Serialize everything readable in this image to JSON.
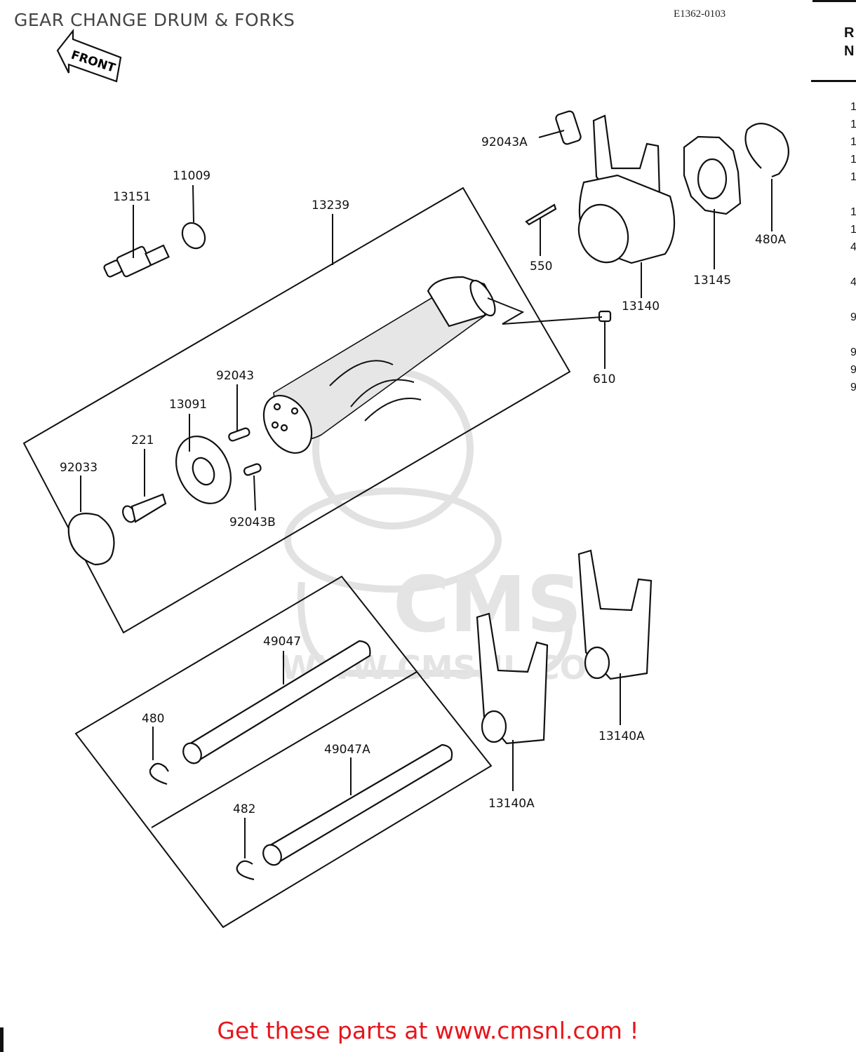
{
  "page": {
    "title": "GEAR CHANGE DRUM & FORKS",
    "diagram_code": "E1362-0103",
    "side_letters": [
      "R",
      "N"
    ],
    "footer": "Get these parts at www.cmsnl.com !"
  },
  "watermark": {
    "brand": "CMS",
    "url": "WWW.CMSNL.COM"
  },
  "front_arrow": {
    "label": "FRONT"
  },
  "callouts": [
    "92043A",
    "11009",
    "13151",
    "13239",
    "550",
    "480A",
    "13140",
    "13145",
    "610",
    "92043",
    "13091",
    "221",
    "92033",
    "92043B",
    "49047",
    "480",
    "49047A",
    "482",
    "13140A",
    "13140A"
  ]
}
